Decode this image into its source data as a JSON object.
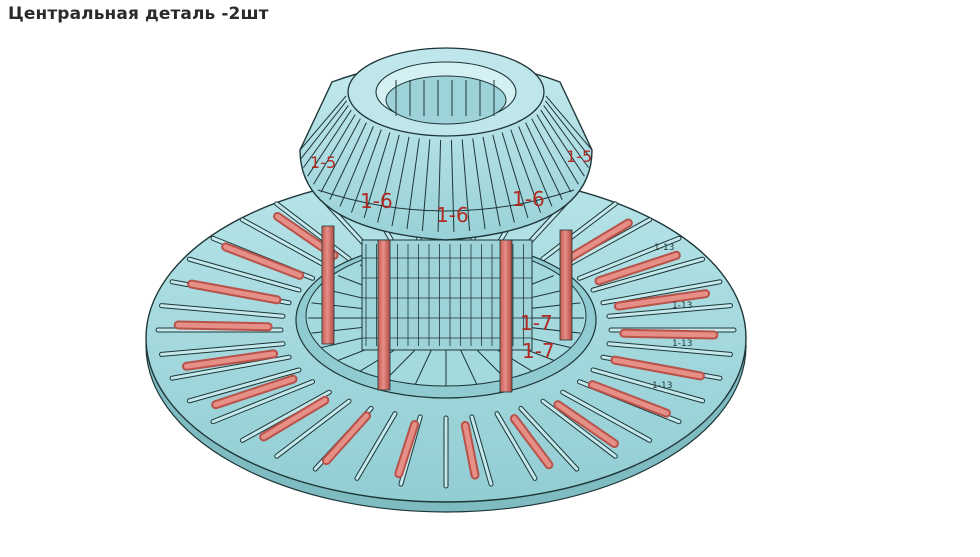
{
  "title": "Центральная деталь -2шт",
  "labels": {
    "ring_top": "1-6",
    "ring_small": "1-5",
    "inner_mark": "1-7",
    "base_mark": "1-13"
  },
  "colors": {
    "part": "#a9dde2",
    "part_dark": "#7fbcc2",
    "outline": "#1f3638",
    "rod": "#d9766e",
    "rod_dark": "#b8524a",
    "mark_text": "#b12a22"
  },
  "counts": {
    "base_slots": 40,
    "rods": 22
  }
}
